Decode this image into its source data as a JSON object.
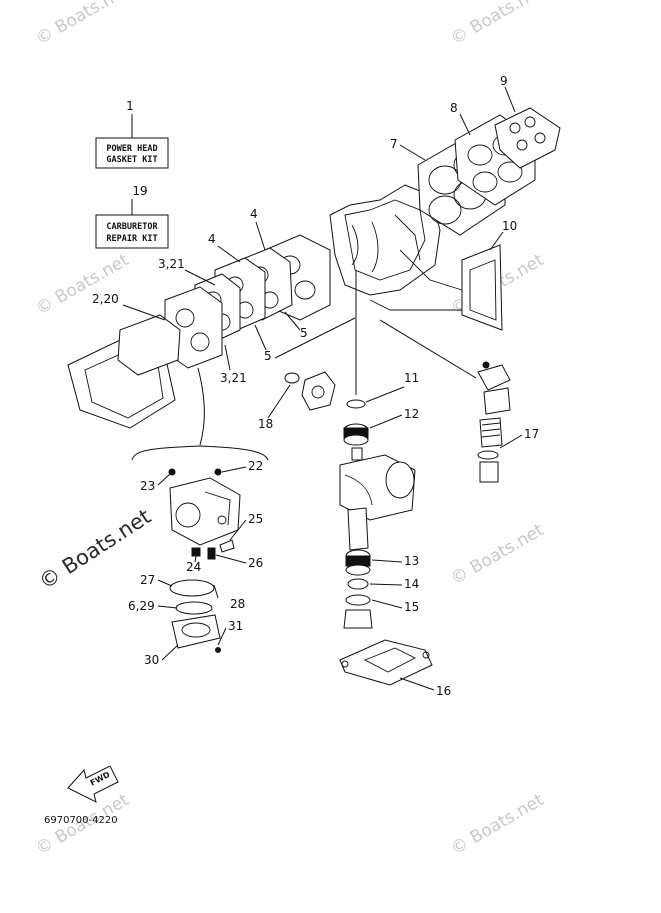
{
  "watermarks": {
    "small": "© Boats.net",
    "large": "© Boats.net"
  },
  "kits": {
    "power_head": {
      "number": "1",
      "line1": "POWER HEAD",
      "line2": "GASKET KIT"
    },
    "carburetor": {
      "number": "19",
      "line1": "CARBURETOR",
      "line2": "REPAIR KIT"
    }
  },
  "callouts": {
    "p2_20": "2,20",
    "p3_21a": "3,21",
    "p3_21b": "3,21",
    "p4a": "4",
    "p4b": "4",
    "p5a": "5",
    "p5b": "5",
    "p6_29": "6,29",
    "p7": "7",
    "p8": "8",
    "p9": "9",
    "p10": "10",
    "p11": "11",
    "p12": "12",
    "p13": "13",
    "p14": "14",
    "p15": "15",
    "p16": "16",
    "p17": "17",
    "p18": "18",
    "p22": "22",
    "p23": "23",
    "p24": "24",
    "p25": "25",
    "p26": "26",
    "p27": "27",
    "p28": "28",
    "p30": "30",
    "p31": "31"
  },
  "fwd_label": "FWD",
  "diagram_code": "6970700-4220"
}
